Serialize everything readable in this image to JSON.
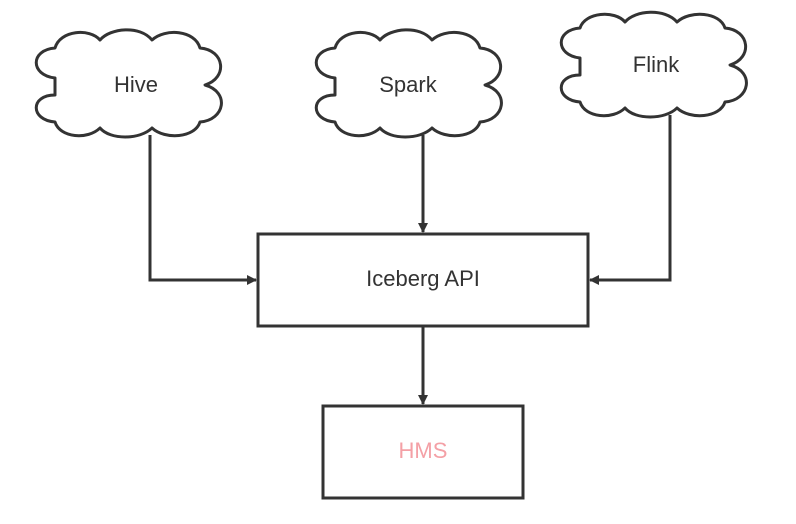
{
  "diagram": {
    "nodes": {
      "hive": {
        "label": "Hive",
        "shape": "cloud"
      },
      "spark": {
        "label": "Spark",
        "shape": "cloud"
      },
      "flink": {
        "label": "Flink",
        "shape": "cloud"
      },
      "iceberg_api": {
        "label": "Iceberg API",
        "shape": "rectangle"
      },
      "hms": {
        "label": "HMS",
        "shape": "rectangle"
      }
    },
    "edges": [
      {
        "from": "hive",
        "to": "iceberg_api"
      },
      {
        "from": "spark",
        "to": "iceberg_api"
      },
      {
        "from": "flink",
        "to": "iceberg_api"
      },
      {
        "from": "iceberg_api",
        "to": "hms"
      }
    ],
    "colors": {
      "stroke": "#333333",
      "text": "#333333",
      "hms_text": "#f4a0a6",
      "background": "#ffffff"
    }
  }
}
